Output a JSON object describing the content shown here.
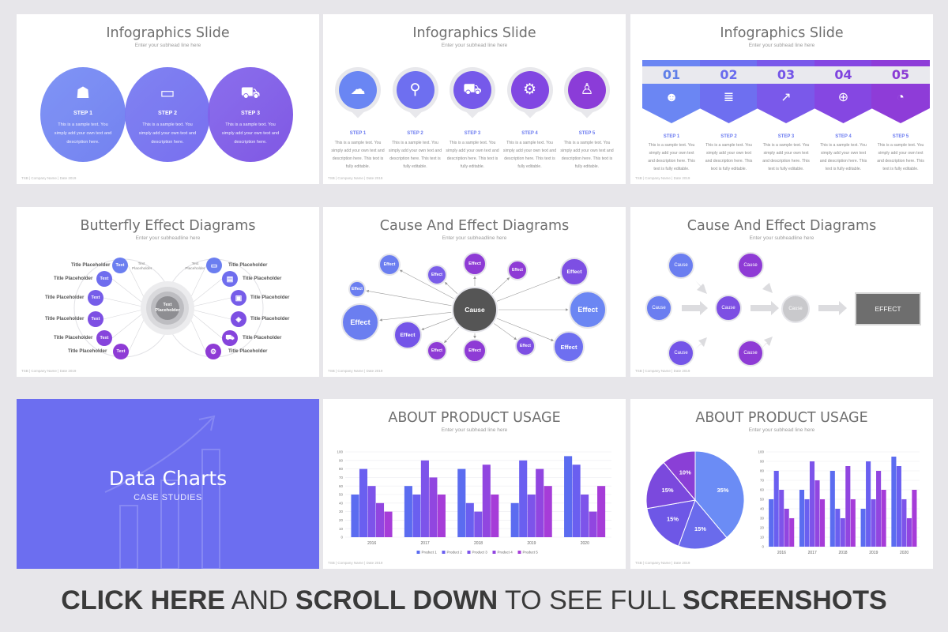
{
  "slides": {
    "s1": {
      "title": "Infographics Slide",
      "subtitle": "Enter your subhead line here",
      "footer": "TSB | Company Name | Date 2019",
      "steps": [
        {
          "label": "STEP 1",
          "text": "This is a sample text. You simply add your own text and description here.",
          "icon": "sitemap-icon",
          "glyph": "☗"
        },
        {
          "label": "STEP 2",
          "text": "This is a sample text. You simply add your own text and description here.",
          "icon": "monitor-icon",
          "glyph": "▭"
        },
        {
          "label": "STEP 3",
          "text": "This is a sample text. You simply add your own text and description here.",
          "icon": "cart-icon",
          "glyph": "⛟"
        }
      ]
    },
    "s2": {
      "title": "Infographics Slide",
      "subtitle": "Enter your subhead line here",
      "footer": "TSB | Company Name | Date 2019",
      "steps": [
        {
          "label": "STEP 1",
          "text": "This is a sample text. You simply add your own text and description here. This text is fully editable.",
          "icon": "cloud-upload-icon",
          "glyph": "☁"
        },
        {
          "label": "STEP 2",
          "text": "This is a sample text. You simply add your own text and description here. This text is fully editable.",
          "icon": "location-pin-icon",
          "glyph": "⚲"
        },
        {
          "label": "STEP 3",
          "text": "This is a sample text. You simply add your own text and description here. This text is fully editable.",
          "icon": "cart-icon",
          "glyph": "⛟"
        },
        {
          "label": "STEP 4",
          "text": "This is a sample text. You simply add your own text and description here. This text is fully editable.",
          "icon": "gear-icon",
          "glyph": "⚙"
        },
        {
          "label": "STEP 5",
          "text": "This is a sample text. You simply add your own text and description here. This text is fully editable.",
          "icon": "user-icon",
          "glyph": "♙"
        }
      ]
    },
    "s3": {
      "title": "Infographics Slide",
      "subtitle": "Enter your subhead line here",
      "footer": "TSB | Company Name | Date 2019",
      "steps": [
        {
          "num": "01",
          "label": "STEP 1",
          "text": "This is a sample text. You simply add your own text and description here. This text is fully editable.",
          "icon": "people-icon",
          "glyph": "☻"
        },
        {
          "num": "02",
          "label": "STEP 2",
          "text": "This is a sample text. You simply add your own text and description here. This text is fully editable.",
          "icon": "database-icon",
          "glyph": "≣"
        },
        {
          "num": "03",
          "label": "STEP 3",
          "text": "This is a sample text. You simply add your own text and description here. This text is fully editable.",
          "icon": "trend-chart-icon",
          "glyph": "↗"
        },
        {
          "num": "04",
          "label": "STEP 4",
          "text": "This is a sample text. You simply add your own text and description here. This text is fully editable.",
          "icon": "globe-search-icon",
          "glyph": "⊕"
        },
        {
          "num": "05",
          "label": "STEP 5",
          "text": "This is a sample text. You simply add your own text and description here. This text is fully editable.",
          "icon": "pie-chart-icon",
          "glyph": "◔"
        }
      ]
    },
    "s4": {
      "title": "Butterfly Effect Diagrams",
      "subtitle": "Enter your subheadline here",
      "footer": "TSB | Company Name | Date 2019",
      "center": "Text Placeholder",
      "top_left": "Text Placeholder",
      "top_right": "Text Placeholder",
      "placeholder": "Title Placeholder",
      "node_text": "Text",
      "right_icons": [
        "monitor-icon",
        "document-icon",
        "chat-icon",
        "tag-icon",
        "cart-icon",
        "gear-icon"
      ]
    },
    "s5": {
      "title": "Cause And Effect Diagrams",
      "subtitle": "Enter your subheadline here",
      "footer": "TSB | Company Name | Date 2019",
      "center": "Cause",
      "effect": "Effect"
    },
    "s6": {
      "title": "Cause And Effect Diagrams",
      "subtitle": "Enter your subheadline here",
      "footer": "TSB | Company Name | Date 2019",
      "cause": "Cause",
      "effect": "EFFECT"
    },
    "s7": {
      "title": "Data Charts",
      "subtitle": "CASE STUDIES"
    },
    "s8": {
      "title": "ABOUT PRODUCT USAGE",
      "subtitle": "Enter your subhead line here",
      "footer": "TSB | Company Name | Date 2019"
    },
    "s9": {
      "title": "ABOUT PRODUCT USAGE",
      "subtitle": "Enter your subhead line here",
      "footer": "TSB | Company Name | Date 2019"
    }
  },
  "chart_data": [
    {
      "type": "bar",
      "title": "ABOUT PRODUCT USAGE",
      "categories": [
        "2016",
        "2017",
        "2018",
        "2019",
        "2020"
      ],
      "ylim": [
        0,
        100
      ],
      "yticks": [
        0,
        10,
        20,
        30,
        40,
        50,
        60,
        70,
        80,
        90,
        100
      ],
      "legend": "bottom",
      "series": [
        {
          "name": "Product 1",
          "values": [
            50,
            60,
            80,
            40,
            95
          ],
          "color": "#5b6cf0"
        },
        {
          "name": "Product 2",
          "values": [
            80,
            50,
            40,
            90,
            85
          ],
          "color": "#6a5ff0"
        },
        {
          "name": "Product 3",
          "values": [
            60,
            90,
            30,
            50,
            50
          ],
          "color": "#7d54ea"
        },
        {
          "name": "Product 4",
          "values": [
            40,
            70,
            85,
            80,
            30
          ],
          "color": "#9146e0"
        },
        {
          "name": "Product 5",
          "values": [
            30,
            50,
            50,
            60,
            60
          ],
          "color": "#a63cd8"
        }
      ]
    },
    {
      "type": "pie",
      "values": [
        35,
        15,
        15,
        15,
        10
      ],
      "labels": [
        "35%",
        "15%",
        "15%",
        "15%",
        "10%"
      ],
      "colors": [
        "#6b8cf5",
        "#6a6bec",
        "#6e57e6",
        "#7b49dd",
        "#8a3fd6"
      ]
    },
    {
      "type": "bar",
      "categories": [
        "2016",
        "2017",
        "2018",
        "2019",
        "2020"
      ],
      "ylim": [
        0,
        100
      ],
      "yticks": [
        0,
        10,
        20,
        30,
        40,
        50,
        60,
        70,
        80,
        90,
        100
      ],
      "series": [
        {
          "values": [
            50,
            60,
            80,
            40,
            95
          ],
          "color": "#5b6cf0"
        },
        {
          "values": [
            80,
            50,
            40,
            90,
            85
          ],
          "color": "#6a5ff0"
        },
        {
          "values": [
            60,
            90,
            30,
            50,
            50
          ],
          "color": "#7d54ea"
        },
        {
          "values": [
            40,
            70,
            85,
            80,
            30
          ],
          "color": "#9146e0"
        },
        {
          "values": [
            30,
            50,
            50,
            60,
            60
          ],
          "color": "#a63cd8"
        }
      ]
    }
  ],
  "banner": {
    "part1": "CLICK HERE",
    "part2": "AND",
    "part3": "SCROLL DOWN",
    "part4": "TO SEE FULL",
    "part5": "SCREENSHOTS"
  },
  "colors": {
    "accent1": "#6b7bf0",
    "accent2": "#7b5cec",
    "accent3": "#8e3fd8",
    "dark": "#555555",
    "banner_bg": "#6c6ef0"
  }
}
